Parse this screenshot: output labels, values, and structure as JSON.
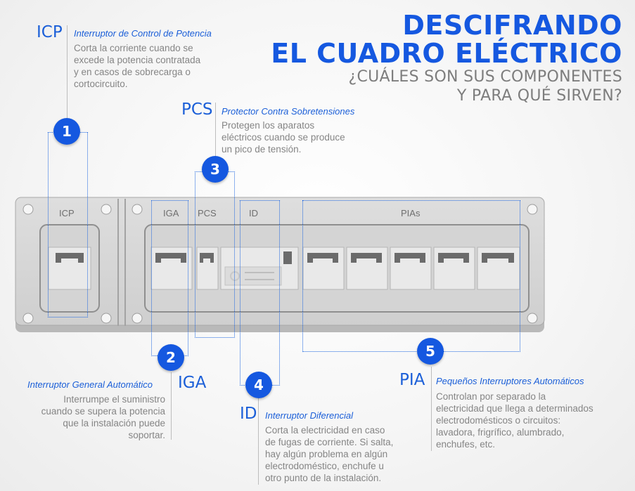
{
  "title": {
    "line1": "DESCIFRANDO",
    "line2": "EL CUADRO ELÉCTRICO",
    "subtitle1": "¿CUÁLES SON SUS COMPONENTES",
    "subtitle2": "Y PARA QUÉ SIRVEN?"
  },
  "components": {
    "icp": {
      "number": "1",
      "abbr": "ICP",
      "name": "Interruptor de Control de Potencia",
      "desc": [
        "Corta la corriente cuando se",
        "excede la potencia contratada",
        "y en casos de sobrecarga o",
        "cortocircuito."
      ]
    },
    "iga": {
      "number": "2",
      "abbr": "IGA",
      "name": "Interruptor General Automático",
      "desc": [
        "Interrumpe el suministro",
        "cuando se supera la potencia",
        "que la instalación puede",
        "soportar."
      ]
    },
    "pcs": {
      "number": "3",
      "abbr": "PCS",
      "name": "Protector Contra Sobretensiones",
      "desc": [
        "Protegen los aparatos",
        "eléctricos cuando se produce",
        "un pico de tensión."
      ]
    },
    "id": {
      "number": "4",
      "abbr": "ID",
      "name": "Interruptor Diferencial",
      "desc": [
        "Corta la electricidad en caso",
        "de fugas de corriente. Si salta,",
        "hay algún problema en algún",
        "electrodoméstico, enchufe u",
        "otro punto de la instalación."
      ]
    },
    "pia": {
      "number": "5",
      "abbr": "PIA",
      "name": "Pequeños Interruptores Automáticos",
      "desc": [
        "Controlan por separado la",
        "electricidad que llega a determinados",
        "electrodomésticos o circuitos:",
        "lavadora, frigrífico, alumbrado,",
        "enchufes, etc."
      ]
    }
  },
  "panel_labels": {
    "icp": "ICP",
    "iga": "IGA",
    "pcs": "PCS",
    "id": "ID",
    "pias": "PIAs"
  },
  "colors": {
    "accent": "#1558e0",
    "panel": "#d8d8d8",
    "panel_border": "#a9a9a9",
    "text": "#858585"
  }
}
